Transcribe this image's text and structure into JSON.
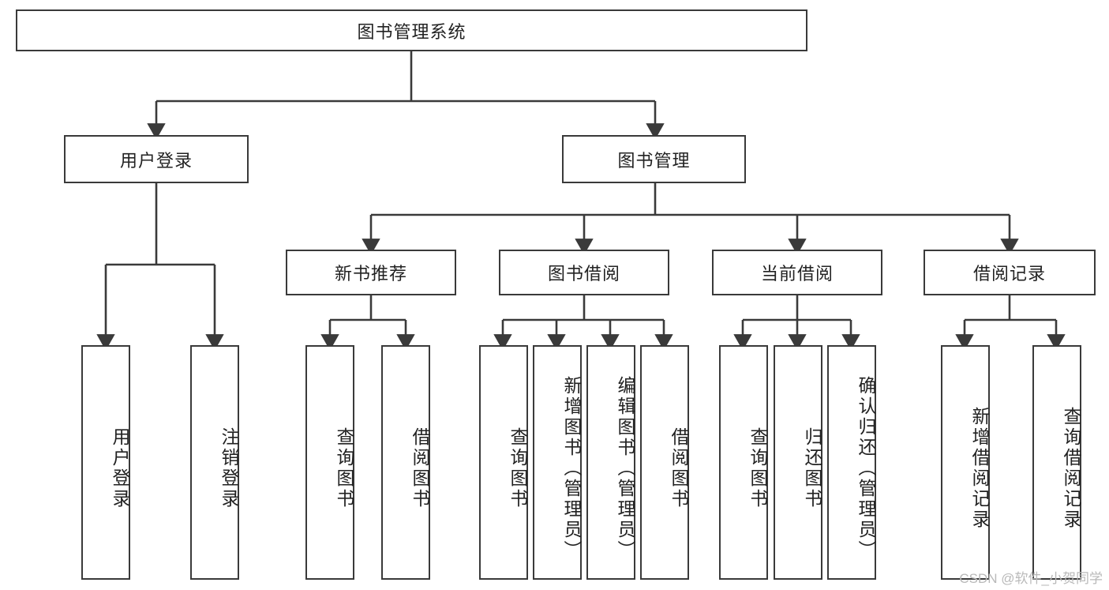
{
  "diagram": {
    "type": "tree",
    "title": "图书管理系统",
    "watermark": "CSDN @软件_小贺同学",
    "colors": {
      "box_border": "#3a3a3a",
      "box_fill": "#ffffff",
      "edge": "#3a3a3a",
      "text": "#222222",
      "watermark": "#b9b9b9"
    },
    "root": {
      "label": "图书管理系统"
    },
    "level2": [
      {
        "label": "用户登录"
      },
      {
        "label": "图书管理"
      }
    ],
    "level3": [
      {
        "label": "新书推荐"
      },
      {
        "label": "图书借阅"
      },
      {
        "label": "当前借阅"
      },
      {
        "label": "借阅记录"
      }
    ],
    "leaves": {
      "user_login": [
        {
          "label": "用户登录"
        },
        {
          "label": "注销登录"
        }
      ],
      "new_book_recommend": [
        {
          "label": "查询图书"
        },
        {
          "label": "借阅图书"
        }
      ],
      "book_borrow": [
        {
          "label": "查询图书"
        },
        {
          "label": "新增图书（管理员）"
        },
        {
          "label": "编辑图书（管理员）"
        },
        {
          "label": "借阅图书"
        }
      ],
      "current_borrow": [
        {
          "label": "查询图书"
        },
        {
          "label": "归还图书"
        },
        {
          "label": "确认归还（管理员）"
        }
      ],
      "borrow_record": [
        {
          "label": "新增借阅记录"
        },
        {
          "label": "查询借阅记录"
        }
      ]
    }
  }
}
